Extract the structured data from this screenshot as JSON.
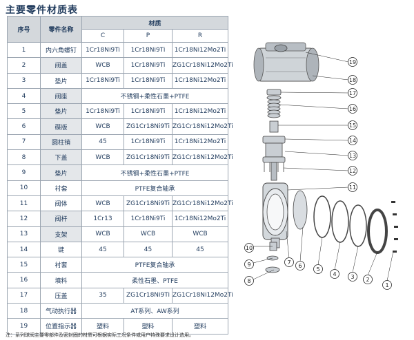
{
  "title": "主要零件材质表",
  "table": {
    "header": {
      "no": "序号",
      "name": "零件名称",
      "material": "材质",
      "c": "C",
      "p": "P",
      "r": "R"
    },
    "rows": [
      {
        "no": "1",
        "name": "内六角螺钉",
        "c": "1Cr18Ni9Ti",
        "p": "1Cr18Ni9Ti",
        "r": "1Cr18Ni12Mo2Ti"
      },
      {
        "no": "2",
        "name": "阀盖",
        "c": "WCB",
        "p": "1Cr18Ni9Ti",
        "r": "ZG1Cr18Ni12Mo2Ti"
      },
      {
        "no": "3",
        "name": "垫片",
        "c": "1Cr18Ni9Ti",
        "p": "1Cr18Ni9Ti",
        "r": "1Cr18Ni12Mo2Ti"
      },
      {
        "no": "4",
        "name": "阀座",
        "span": "不锈钢+柔性石墨+PTFE"
      },
      {
        "no": "5",
        "name": "垫片",
        "c": "1Cr18Ni9Ti",
        "p": "1Cr18Ni9Ti",
        "r": "1Cr18Ni12Mo2Ti"
      },
      {
        "no": "6",
        "name": "碟版",
        "c": "WCB",
        "p": "ZG1Cr18Ni9Ti",
        "r": "ZG1Cr18Ni12Mo2Ti"
      },
      {
        "no": "7",
        "name": "圆柱销",
        "c": "45",
        "p": "1Cr18Ni9Ti",
        "r": "1Cr18Ni12Mo2Ti"
      },
      {
        "no": "8",
        "name": "下盖",
        "c": "WCB",
        "p": "ZG1Cr18Ni9Ti",
        "r": "ZG1Cr18Ni12Mo2Ti"
      },
      {
        "no": "9",
        "name": "垫片",
        "span": "不锈钢+柔性石墨+PTFE"
      },
      {
        "no": "10",
        "name": "衬套",
        "span": "PTFE复合轴承"
      },
      {
        "no": "11",
        "name": "阀体",
        "c": "WCB",
        "p": "ZG1Cr18Ni9Ti",
        "r": "ZG1Cr18Ni12Mo2Ti"
      },
      {
        "no": "12",
        "name": "阀杆",
        "c": "1Cr13",
        "p": "1Cr18Ni9Ti",
        "r": "1Cr18Ni12Mo2Ti"
      },
      {
        "no": "13",
        "name": "支架",
        "c": "WCB",
        "p": "WCB",
        "r": "WCB"
      },
      {
        "no": "14",
        "name": "键",
        "c": "45",
        "p": "45",
        "r": "45"
      },
      {
        "no": "15",
        "name": "衬套",
        "span": "PTFE复合轴承"
      },
      {
        "no": "16",
        "name": "填料",
        "span": "柔性石墨、PTFE"
      },
      {
        "no": "17",
        "name": "压盖",
        "c": "35",
        "p": "ZG1Cr18Ni9Ti",
        "r": "ZG1Cr18Ni12Mo2Ti"
      },
      {
        "no": "18",
        "name": "气动执行器",
        "span": "AT系列、AW系列"
      },
      {
        "no": "19",
        "name": "位置指示器",
        "c": "塑料",
        "p": "塑料",
        "r": "塑料"
      }
    ]
  },
  "footnote": "注：系列球阀主要零部件及密封圈的材质可根据实际工况条件或用户特殊要求设计选用。",
  "diagram": {
    "callouts": [
      "1",
      "2",
      "3",
      "4",
      "5",
      "6",
      "7",
      "8",
      "9",
      "10",
      "11",
      "12",
      "13",
      "14",
      "15",
      "16",
      "17",
      "18",
      "19"
    ]
  },
  "colors": {
    "header_bg": "#d4d8dc",
    "shade_bg": "#e4e7ea",
    "border": "#9aa4b0",
    "text": "#1f3a5c"
  }
}
